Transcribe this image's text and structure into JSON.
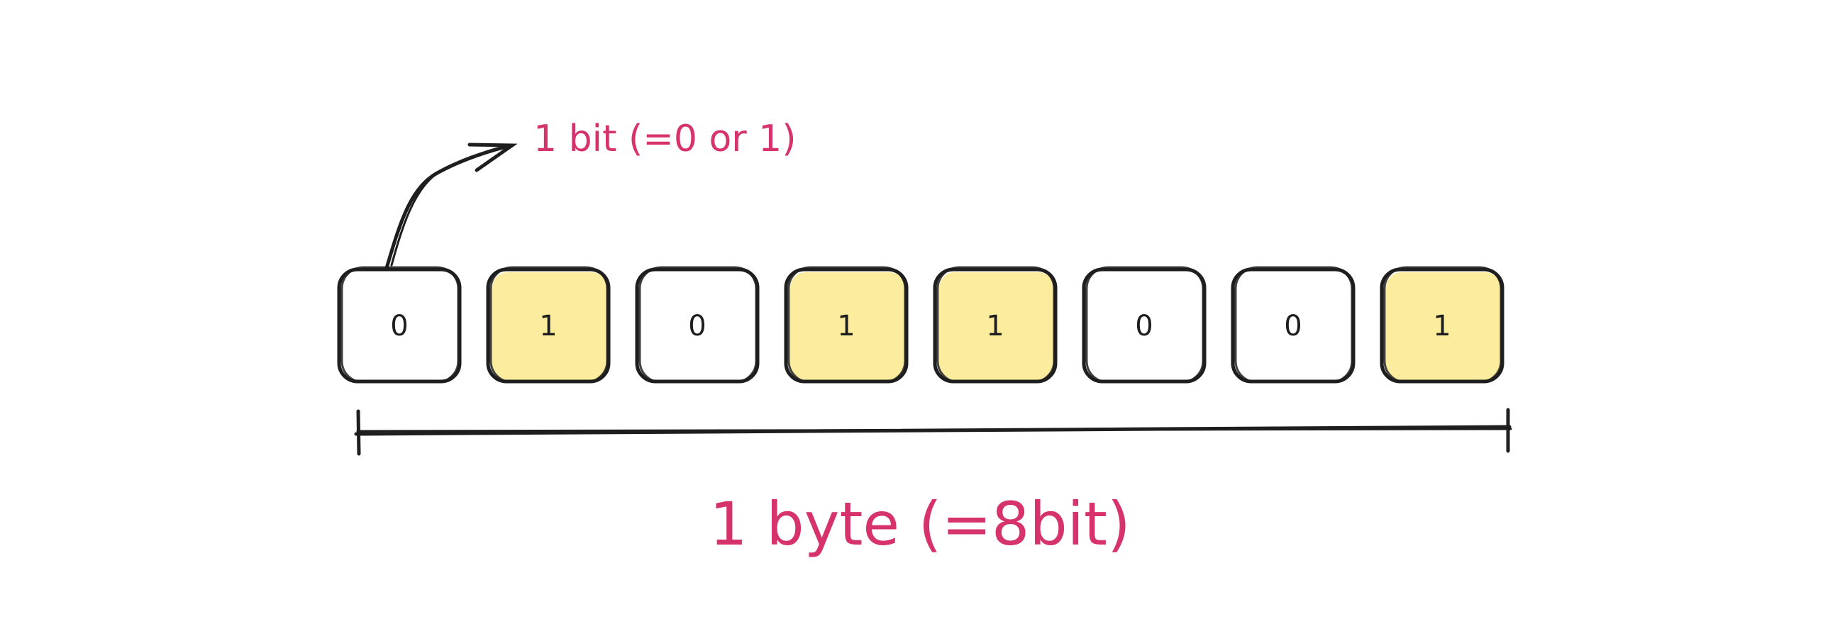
{
  "colors": {
    "ink": "#1e1e1e",
    "accent": "#d6336c",
    "highlight": "#fcec9e"
  },
  "bits": [
    {
      "value": "0",
      "highlighted": false
    },
    {
      "value": "1",
      "highlighted": true
    },
    {
      "value": "0",
      "highlighted": false
    },
    {
      "value": "1",
      "highlighted": true
    },
    {
      "value": "1",
      "highlighted": true
    },
    {
      "value": "0",
      "highlighted": false
    },
    {
      "value": "0",
      "highlighted": false
    },
    {
      "value": "1",
      "highlighted": true
    }
  ],
  "bit_label": "1 bit (=0 or 1)",
  "byte_label": "1 byte (=8bit)"
}
